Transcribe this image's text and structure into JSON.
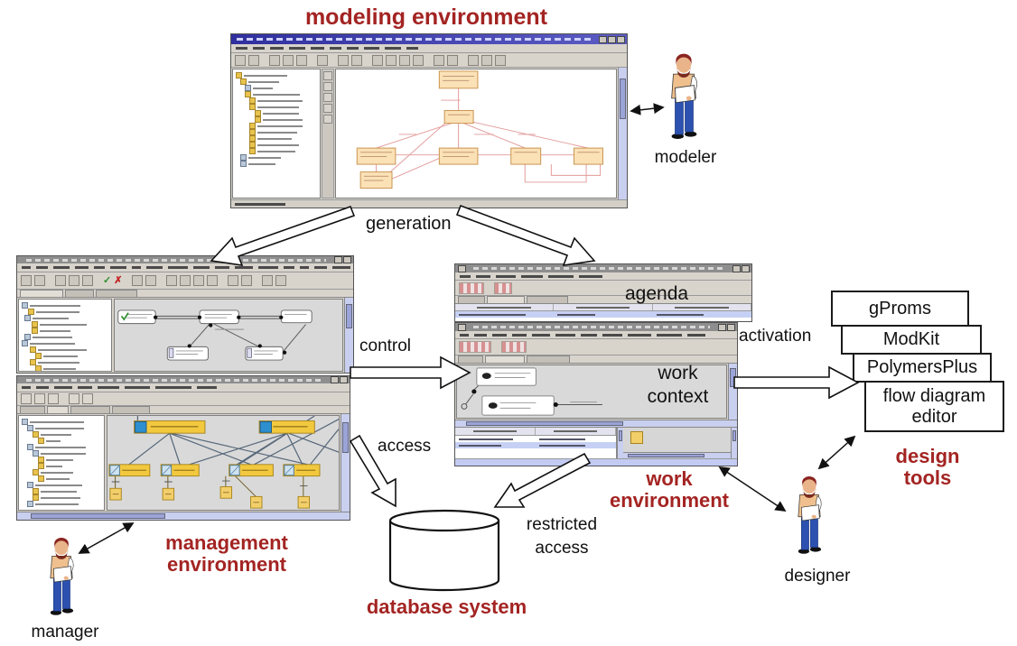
{
  "labels": {
    "modeling_environment": "modeling environment",
    "management_environment": [
      "management",
      "environment"
    ],
    "work_environment": [
      "work",
      "environment"
    ],
    "design_tools": [
      "design",
      "tools"
    ],
    "database_system": "database system",
    "agenda": "agenda",
    "work_context": [
      "work",
      "context"
    ],
    "generation": "generation",
    "control": "control",
    "access": "access",
    "restricted_access": [
      "restricted",
      "access"
    ],
    "activation": "activation"
  },
  "actors": {
    "modeler": "modeler",
    "manager": "manager",
    "designer": "designer"
  },
  "design_tool_cards": [
    "gProms",
    "ModKit",
    "PolymersPlus",
    "flow diagram editor"
  ],
  "icons": {
    "confirm_check": "✓",
    "cancel_cross": "✗"
  },
  "colors": {
    "accent_red": "#a32422",
    "uml_box_tan": "#fbe1b6",
    "model_bar_yellow": "#f2c83e"
  }
}
